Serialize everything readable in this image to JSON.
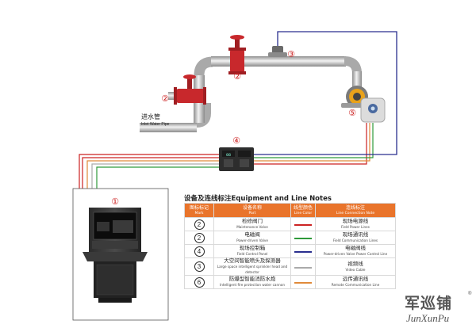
{
  "labels": {
    "valve_num": "②",
    "solenoid_num": "②",
    "sprinkler_num": "③",
    "detector_num": "⑤",
    "panel_num": "④",
    "cabinet_num": "①",
    "inlet_cn": "进水管",
    "inlet_en": "Inlet Water Pipe"
  },
  "panel": {
    "display": "08"
  },
  "legend": {
    "title": "设备及连线标注Equipment and Line Notes",
    "headers": [
      {
        "cn": "图标标记",
        "en": "Mark"
      },
      {
        "cn": "设备名称",
        "en": "Part"
      },
      {
        "cn": "线型颜色",
        "en": "Line Color"
      },
      {
        "cn": "连线标注",
        "en": "Line Connection Note"
      }
    ],
    "rows": [
      {
        "mark": "2",
        "part_cn": "检修阀门",
        "part_en": "Maintenance Valve",
        "color": "#cc2222",
        "note_cn": "现场电源线",
        "note_en": "Field Power Lines"
      },
      {
        "mark": "2",
        "part_cn": "电磁阀",
        "part_en": "Power-driven Valve",
        "color": "#2e9a3a",
        "note_cn": "现场通讯线",
        "note_en": "Field Communication Lines"
      },
      {
        "mark": "4",
        "part_cn": "现场控制箱",
        "part_en": "Field Control Panel",
        "color": "#2a2f8f",
        "note_cn": "电磁阀线",
        "note_en": "Power-driven Valve Power Control Line"
      },
      {
        "mark": "3",
        "part_cn": "大空间智能喷头及探测器",
        "part_en": "Large space intelligent sprinkler head and detector",
        "color": "#aaaaaa",
        "note_cn": "视频线",
        "note_en": "Video Cable"
      },
      {
        "mark": "6",
        "part_cn": "防爆型智能消防水炮",
        "part_en": "Intelligent fire protection water cannon",
        "color": "#e08a3a",
        "note_cn": "远传通讯线",
        "note_en": "Remote Communication Line"
      }
    ]
  },
  "brand": {
    "cn": "军巡铺",
    "en": "JunXunPu",
    "reg": "®"
  },
  "colors": {
    "header_orange": "#e9742b",
    "power": "#cc2222",
    "comm": "#2e9a3a",
    "valve_line": "#2a2f8f",
    "remote": "#e08a3a",
    "pipe": "#b8b8b8",
    "valve_red": "#c8282c"
  }
}
